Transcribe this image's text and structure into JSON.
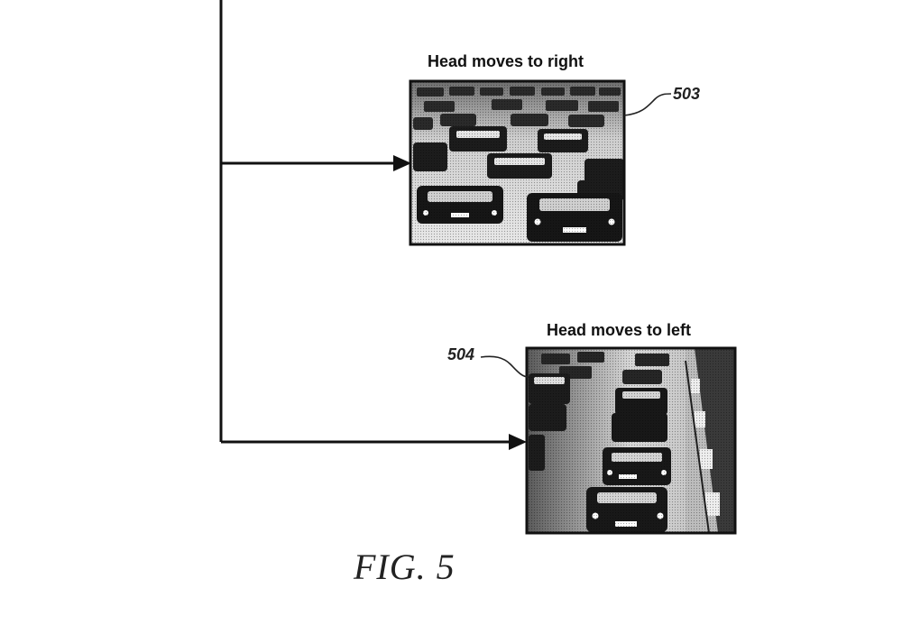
{
  "panels": [
    {
      "caption": "Head moves to right",
      "ref": "503"
    },
    {
      "caption": "Head moves to left",
      "ref": "504"
    }
  ],
  "figure_label": "FIG. 5",
  "colors": {
    "line": "#111111",
    "photo_bg": "#8a8a8a",
    "car": "#1c1c1c"
  }
}
